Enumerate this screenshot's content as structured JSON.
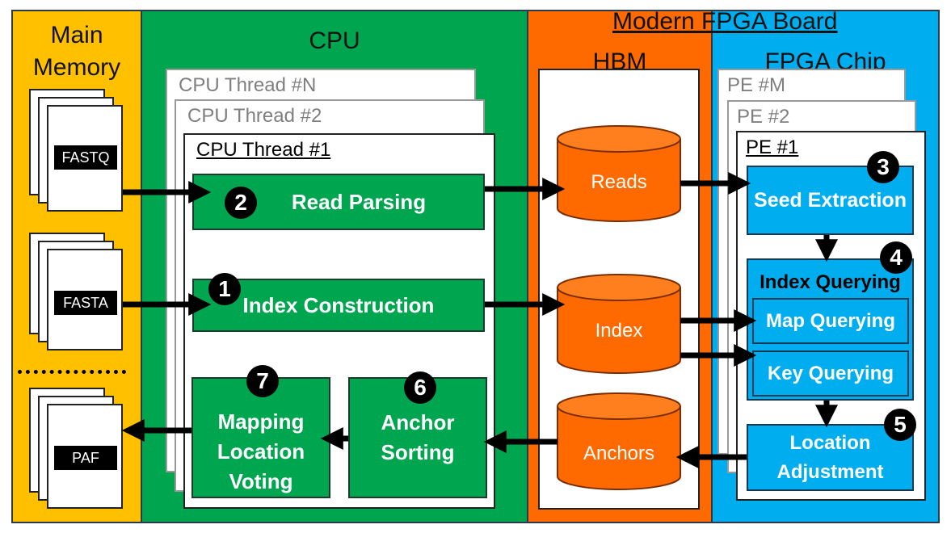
{
  "regions": {
    "main_memory": "Main\nMemory",
    "cpu": "CPU",
    "board": "Modern FPGA Board",
    "hbm": "HBM",
    "fpga_chip": "FPGA Chip"
  },
  "files": {
    "fastq": "FASTQ",
    "fasta": "FASTA",
    "paf": "PAF"
  },
  "threads": {
    "n": "CPU Thread #N",
    "two": "CPU Thread #2",
    "one": "CPU Thread #1"
  },
  "pes": {
    "m": "PE #M",
    "two": "PE #2",
    "one": "PE #1"
  },
  "steps": {
    "read_parsing": {
      "num": "2",
      "label": "Read Parsing"
    },
    "index_construction": {
      "num": "1",
      "label": "Index Construction"
    },
    "mapping_location_voting": {
      "num": "7",
      "label": "Mapping\nLocation\nVoting"
    },
    "anchor_sorting": {
      "num": "6",
      "label": "Anchor\nSorting"
    },
    "seed_extraction": {
      "num": "3",
      "label": "Seed Extraction"
    },
    "index_querying": {
      "num": "4",
      "label": "Index Querying"
    },
    "map_querying": {
      "label": "Map Querying"
    },
    "key_querying": {
      "label": "Key Querying"
    },
    "location_adjustment": {
      "num": "5",
      "label": "Location\nAdjustment"
    }
  },
  "storage": {
    "reads": "Reads",
    "index": "Index",
    "anchors": "Anchors"
  },
  "colors": {
    "memory": "#ffc000",
    "cpu": "#00a550",
    "hbm": "#ff6a00",
    "fpga": "#00aeef"
  }
}
